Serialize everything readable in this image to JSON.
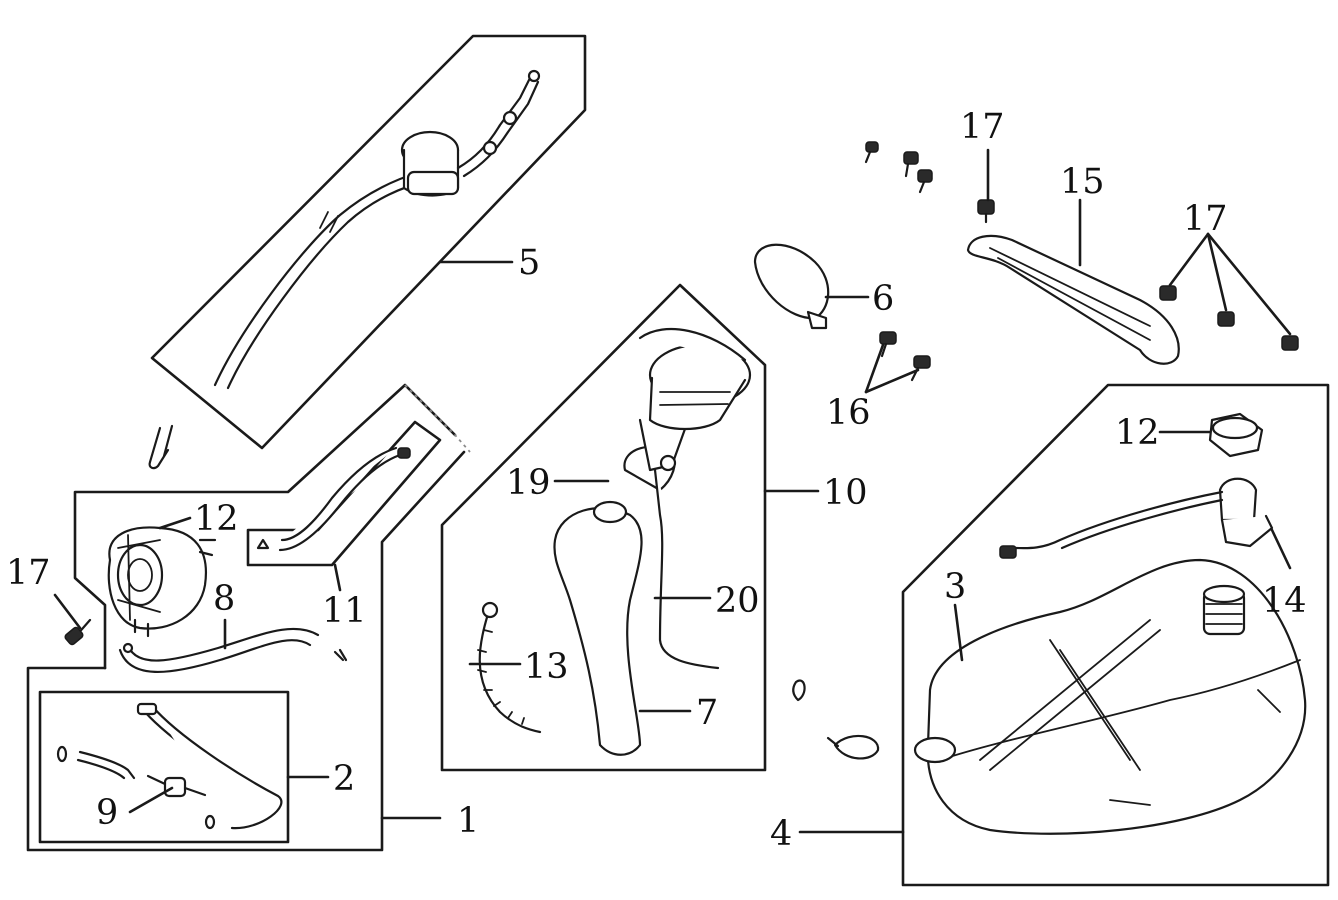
{
  "diagram": {
    "callouts": [
      {
        "id": "c1",
        "text": "1"
      },
      {
        "id": "c2",
        "text": "2"
      },
      {
        "id": "c3",
        "text": "3"
      },
      {
        "id": "c4",
        "text": "4"
      },
      {
        "id": "c5",
        "text": "5"
      },
      {
        "id": "c6",
        "text": "6"
      },
      {
        "id": "c7",
        "text": "7"
      },
      {
        "id": "c8",
        "text": "8"
      },
      {
        "id": "c9",
        "text": "9"
      },
      {
        "id": "c10",
        "text": "10"
      },
      {
        "id": "c11",
        "text": "11"
      },
      {
        "id": "c12a",
        "text": "12"
      },
      {
        "id": "c12b",
        "text": "12"
      },
      {
        "id": "c13",
        "text": "13"
      },
      {
        "id": "c14",
        "text": "14"
      },
      {
        "id": "c15",
        "text": "15"
      },
      {
        "id": "c16",
        "text": "16"
      },
      {
        "id": "c17a",
        "text": "17"
      },
      {
        "id": "c17b",
        "text": "17"
      },
      {
        "id": "c17c",
        "text": "17"
      },
      {
        "id": "c19",
        "text": "19"
      },
      {
        "id": "c20",
        "text": "20"
      }
    ]
  }
}
